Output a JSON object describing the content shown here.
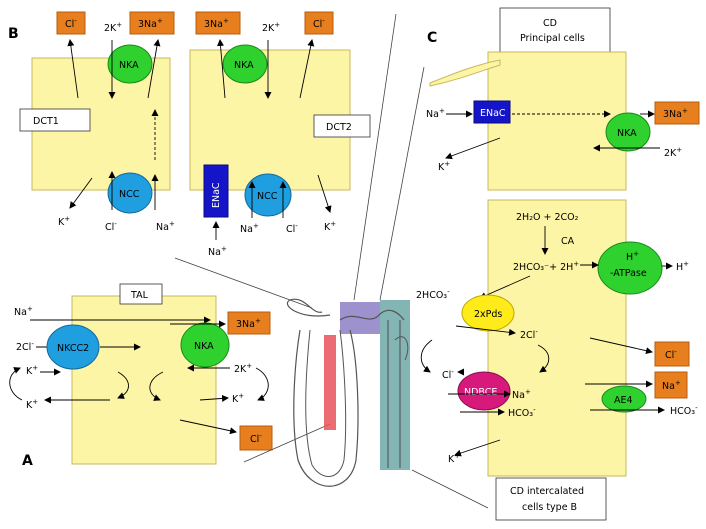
{
  "panel_labels": {
    "a": "A",
    "b": "B",
    "c": "C"
  },
  "colors": {
    "cell": "#fdf5a6",
    "orange_box": "#e87f1f",
    "green": "#2ed12e",
    "blue": "#1f9ee0",
    "navy": "#1414c8",
    "magenta": "#d6197a",
    "yellow": "#ffeb1a",
    "red_segment": "#e8545a",
    "purple_segment": "#8c7fc4",
    "teal_segment": "#6fa8a8"
  },
  "b_panel": {
    "dct1_label": "DCT1",
    "dct2_label": "DCT2",
    "cl_top_left": "Cl",
    "cl_top_left_sup": "-",
    "k_top_left": "2K",
    "k_top_left_sup": "+",
    "na_top_left": "3Na",
    "na_top_left_sup": "+",
    "nka_left": "NKA",
    "ncc_left": "NCC",
    "k_bottom_left": "K",
    "k_bottom_left_sup": "+",
    "cl_bottom_left": "Cl",
    "cl_bottom_left_sup": "-",
    "na_bottom_left": "Na",
    "na_bottom_left_sup": "+",
    "na_top_mid": "3Na",
    "na_top_mid_sup": "+",
    "k_top_mid": "2K",
    "k_top_mid_sup": "+",
    "cl_top_right": "Cl",
    "cl_top_right_sup": "-",
    "nka_right": "NKA",
    "enac": "ENaC",
    "ncc_right": "NCC",
    "na_bottom_mid": "Na",
    "na_bottom_mid_sup": "+",
    "na_bottom_mid2": "Na",
    "na_bottom_mid2_sup": "+",
    "cl_bottom_mid": "Cl",
    "cl_bottom_mid_sup": "-",
    "k_bottom_right": "K",
    "k_bottom_right_sup": "+"
  },
  "a_panel": {
    "tal_label": "TAL",
    "na_in": "Na",
    "na_in_sup": "+",
    "cl_in": "2Cl",
    "cl_in_sup": "-",
    "k_in": "K",
    "k_in_sup": "+",
    "k_out": "K",
    "k_out_sup": "+",
    "nkcc2": "NKCC2",
    "nka": "NKA",
    "na_box": "3Na",
    "na_box_sup": "+",
    "k2": "2K",
    "k2_sup": "+",
    "k_right": "K",
    "k_right_sup": "+",
    "cl_box": "Cl",
    "cl_box_sup": "-"
  },
  "c_panel": {
    "principal_line1": "CD",
    "principal_line2": "Principal cells",
    "na_in": "Na",
    "na_in_sup": "+",
    "enac": "ENaC",
    "k_out": "K",
    "k_out_sup": "+",
    "nka": "NKA",
    "na_box": "3Na",
    "na_box_sup": "+",
    "k2": "2K",
    "k2_sup": "+",
    "reaction_left": "2H₂O + 2CO₂",
    "ca": "CA",
    "reaction_products": "2HCO₃⁻+ 2H",
    "reaction_products_sup": "+",
    "hatpase_line1": "H",
    "hatpase_line1_sup": "+",
    "hatpase_line2": "-ATPase",
    "h_out": "H",
    "h_out_sup": "+",
    "hco3_out": "2HCO₃",
    "hco3_out_sup": "-",
    "pds": "2xPds",
    "cl2": "2Cl",
    "cl2_sup": "-",
    "cl_box": "Cl",
    "cl_box_sup": "-",
    "cl_left": "Cl",
    "cl_left_sup": "-",
    "ndbce": "NDBCE",
    "na_ndbce": "Na",
    "na_ndbce_sup": "+",
    "hco3_ndbce": "HCO₃",
    "hco3_ndbce_sup": "-",
    "ae4": "AE4",
    "na_box2": "Na",
    "na_box2_sup": "+",
    "hco3_right": "HCO₃",
    "hco3_right_sup": "-",
    "k_bottom": "K",
    "k_bottom_sup": "+",
    "intercalated_line1": "CD intercalated",
    "intercalated_line2": "cells type B"
  }
}
